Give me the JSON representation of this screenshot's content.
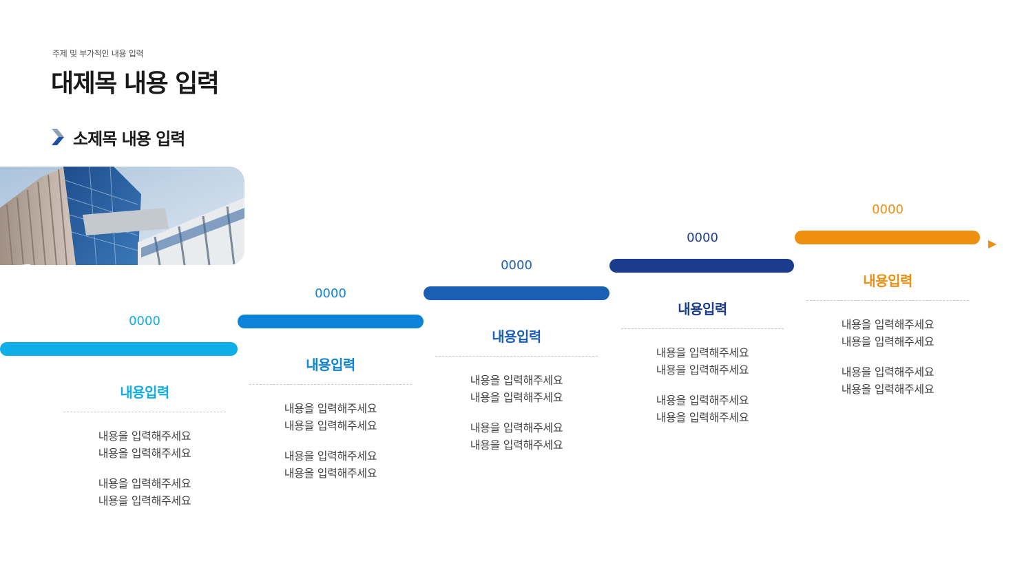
{
  "header": {
    "subtitle": "주제 및 부가적인 내용 입력",
    "title": "대제목 내용 입력",
    "section_title": "소제목 내용 입력"
  },
  "steps": [
    {
      "value": "0000",
      "label": "내용입력",
      "color": "#0faee9",
      "lines": [
        "내용을 입력해주세요",
        "내용을 입력해주세요",
        "내용을 입력해주세요",
        "내용을 입력해주세요"
      ]
    },
    {
      "value": "0000",
      "label": "내용입력",
      "color": "#0a83d8",
      "lines": [
        "내용을 입력해주세요",
        "내용을 입력해주세요",
        "내용을 입력해주세요",
        "내용을 입력해주세요"
      ]
    },
    {
      "value": "0000",
      "label": "내용입력",
      "color": "#1a5fb4",
      "lines": [
        "내용을 입력해주세요",
        "내용을 입력해주세요",
        "내용을 입력해주세요",
        "내용을 입력해주세요"
      ]
    },
    {
      "value": "0000",
      "label": "내용입력",
      "color": "#1b3c8c",
      "lines": [
        "내용을 입력해주세요",
        "내용을 입력해주세요",
        "내용을 입력해주세요",
        "내용을 입력해주세요"
      ]
    },
    {
      "value": "0000",
      "label": "내용입력",
      "color": "#ee8e0f",
      "lines": [
        "내용을 입력해주세요",
        "내용을 입력해주세요",
        "내용을 입력해주세요",
        "내용을 입력해주세요"
      ]
    }
  ],
  "icons": {
    "section_marker": "chevron-right-icon",
    "end_marker": "triangle-right-icon",
    "photo": "building-photo"
  }
}
